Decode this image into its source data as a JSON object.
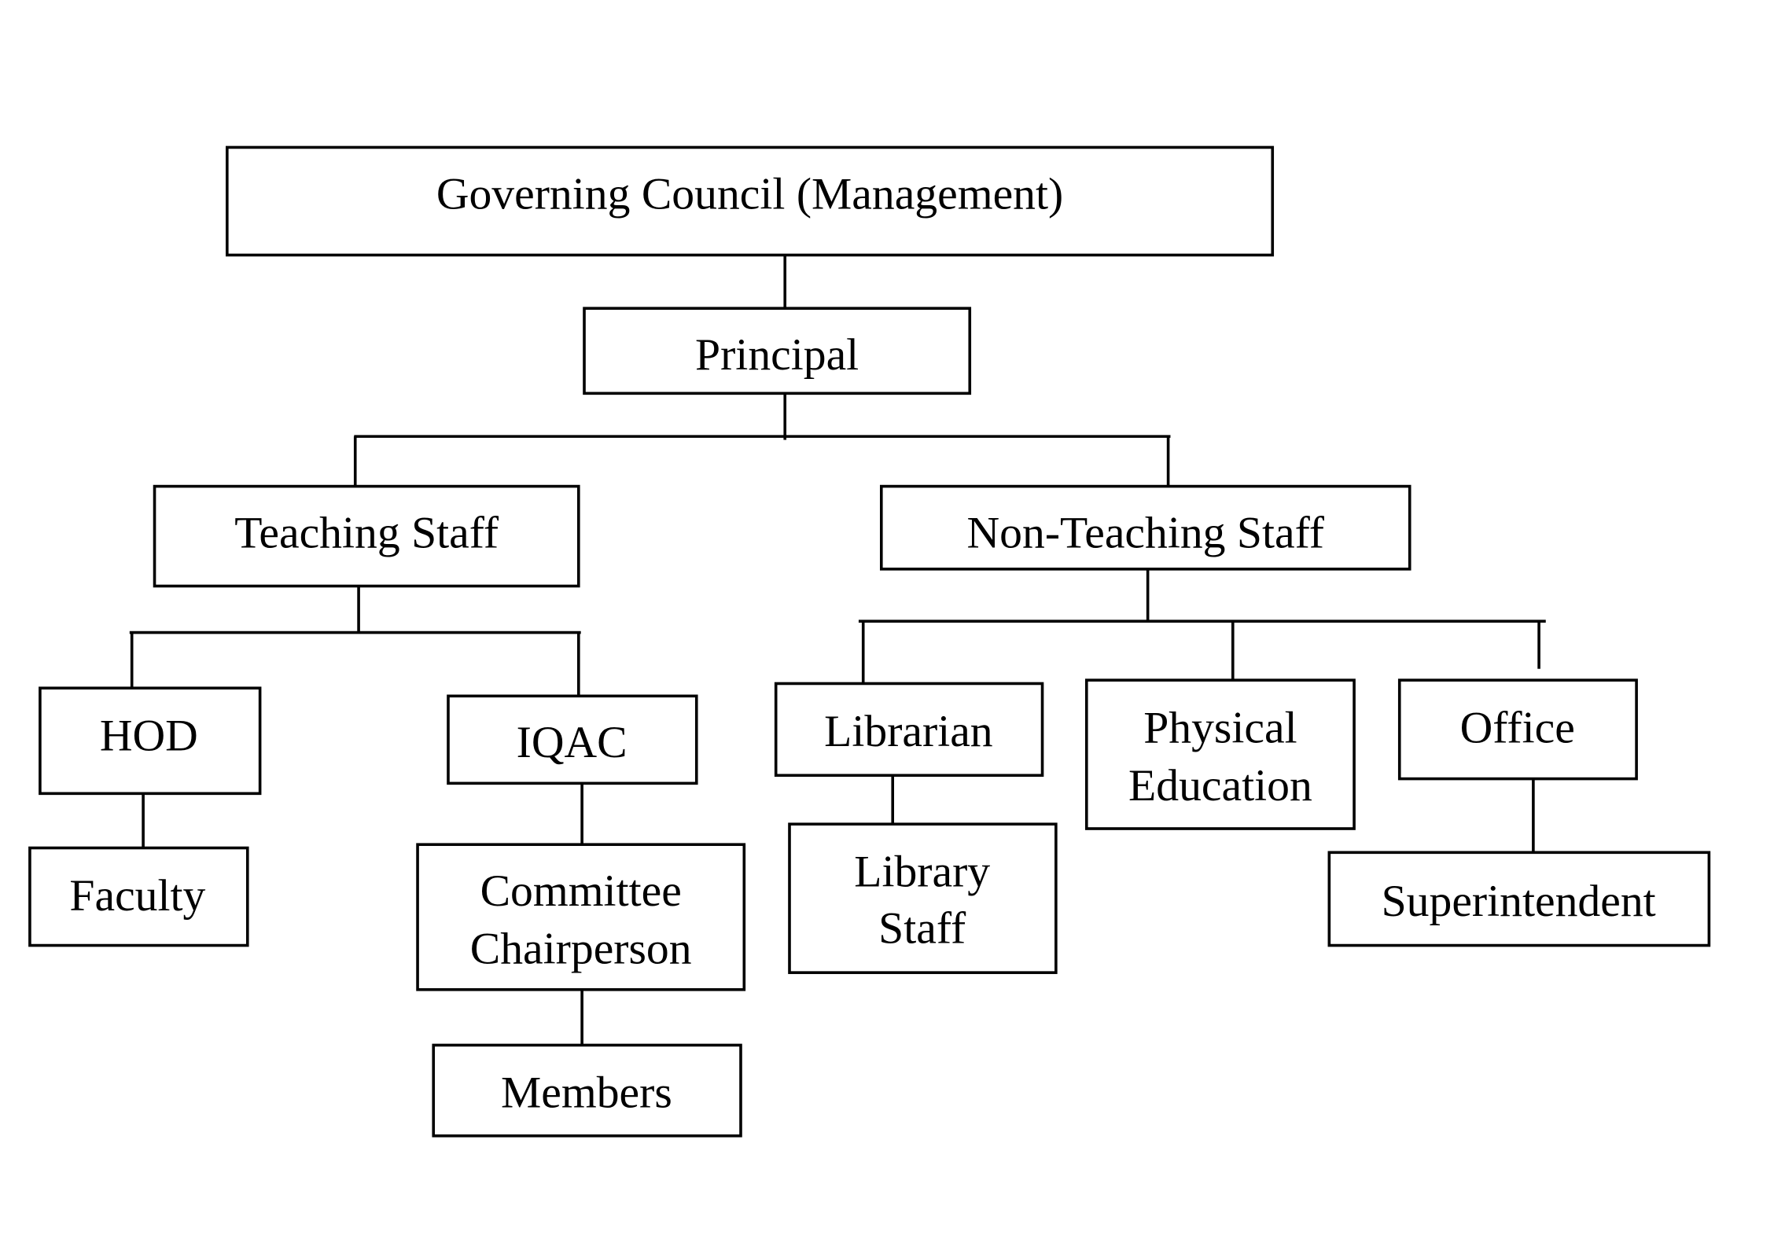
{
  "org_chart": {
    "governing_council": "Governing Council (Management)",
    "principal": "Principal",
    "teaching_staff": "Teaching Staff",
    "non_teaching_staff": "Non-Teaching Staff",
    "hod": "HOD",
    "faculty": "Faculty",
    "iqac": "IQAC",
    "committee_chairperson": [
      "Committee",
      "Chairperson"
    ],
    "members": "Members",
    "librarian": "Librarian",
    "library_staff": [
      "Library",
      "Staff"
    ],
    "physical_education": [
      "Physical",
      "Education"
    ],
    "office": "Office",
    "superintendent": "Superintendent"
  }
}
